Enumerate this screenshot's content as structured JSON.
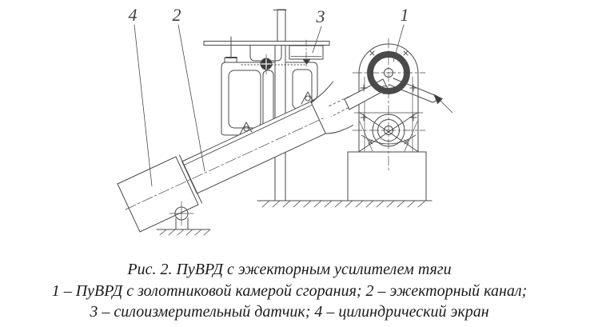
{
  "figure": {
    "caption": "Рис. 2. ПуВРД с эжекторным усилителем тяги",
    "legend_line_1": "1 – ПуВРД с золотниковой камерой сгорания; 2 – эжекторный канал;",
    "legend_line_2": "3 – силоизмерительный датчик; 4 – цилиндрический экран"
  },
  "callouts": [
    {
      "label": "4"
    },
    {
      "label": "2"
    },
    {
      "label": "3"
    },
    {
      "label": "1"
    }
  ],
  "colors": {
    "line": "#4a4a4a",
    "text": "#1b1b1b",
    "background": "#ffffff"
  }
}
